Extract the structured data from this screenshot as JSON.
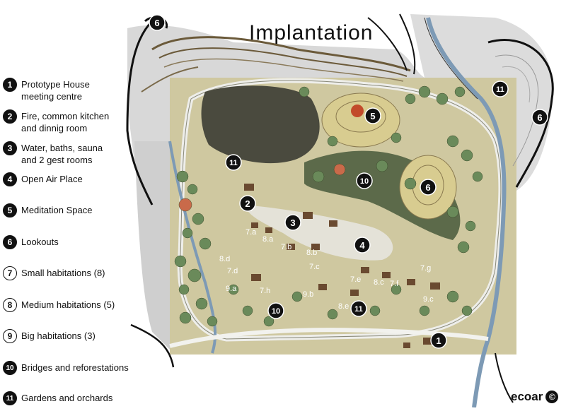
{
  "title": "Implantation",
  "legend": [
    {
      "num": "1",
      "style": "filled",
      "lines": [
        "Prototype House",
        "meeting centre"
      ]
    },
    {
      "num": "2",
      "style": "filled",
      "lines": [
        "Fire, common kitchen",
        "and dinnig room"
      ]
    },
    {
      "num": "3",
      "style": "filled",
      "lines": [
        "Water, baths, sauna",
        "and 2 gest rooms"
      ]
    },
    {
      "num": "4",
      "style": "filled",
      "lines": [
        "Open Air Place"
      ]
    },
    {
      "num": "5",
      "style": "filled",
      "lines": [
        "Meditation Space"
      ]
    },
    {
      "num": "6",
      "style": "filled",
      "lines": [
        "Lookouts"
      ]
    },
    {
      "num": "7",
      "style": "outline",
      "lines": [
        "Small habitations (8)"
      ]
    },
    {
      "num": "8",
      "style": "outline",
      "lines": [
        "Medium habitations (5)"
      ]
    },
    {
      "num": "9",
      "style": "outline",
      "lines": [
        "Big habitations (3)"
      ]
    },
    {
      "num": "10",
      "style": "filled",
      "lines": [
        "Bridges and reforestations"
      ]
    },
    {
      "num": "11",
      "style": "filled",
      "lines": [
        "Gardens and orchards"
      ]
    }
  ],
  "map_markers": [
    "1",
    "2",
    "3",
    "4",
    "5",
    "6",
    "6",
    "6",
    "10",
    "10",
    "11",
    "11",
    "11"
  ],
  "plot_labels": [
    "7.a",
    "8.a",
    "7.b",
    "8.b",
    "8.d",
    "7.d",
    "7.c",
    "7.e",
    "8.c",
    "7.f",
    "7.g",
    "9.a",
    "7.h",
    "9.b",
    "8.e",
    "9.c"
  ],
  "brand": "ecoar",
  "brand_symbol": "©",
  "colors": {
    "terrain": "#d9d2a8",
    "forest": "#5a5a48",
    "water": "#7d9ab5",
    "path": "#f0efe8",
    "outline": "#111111"
  }
}
